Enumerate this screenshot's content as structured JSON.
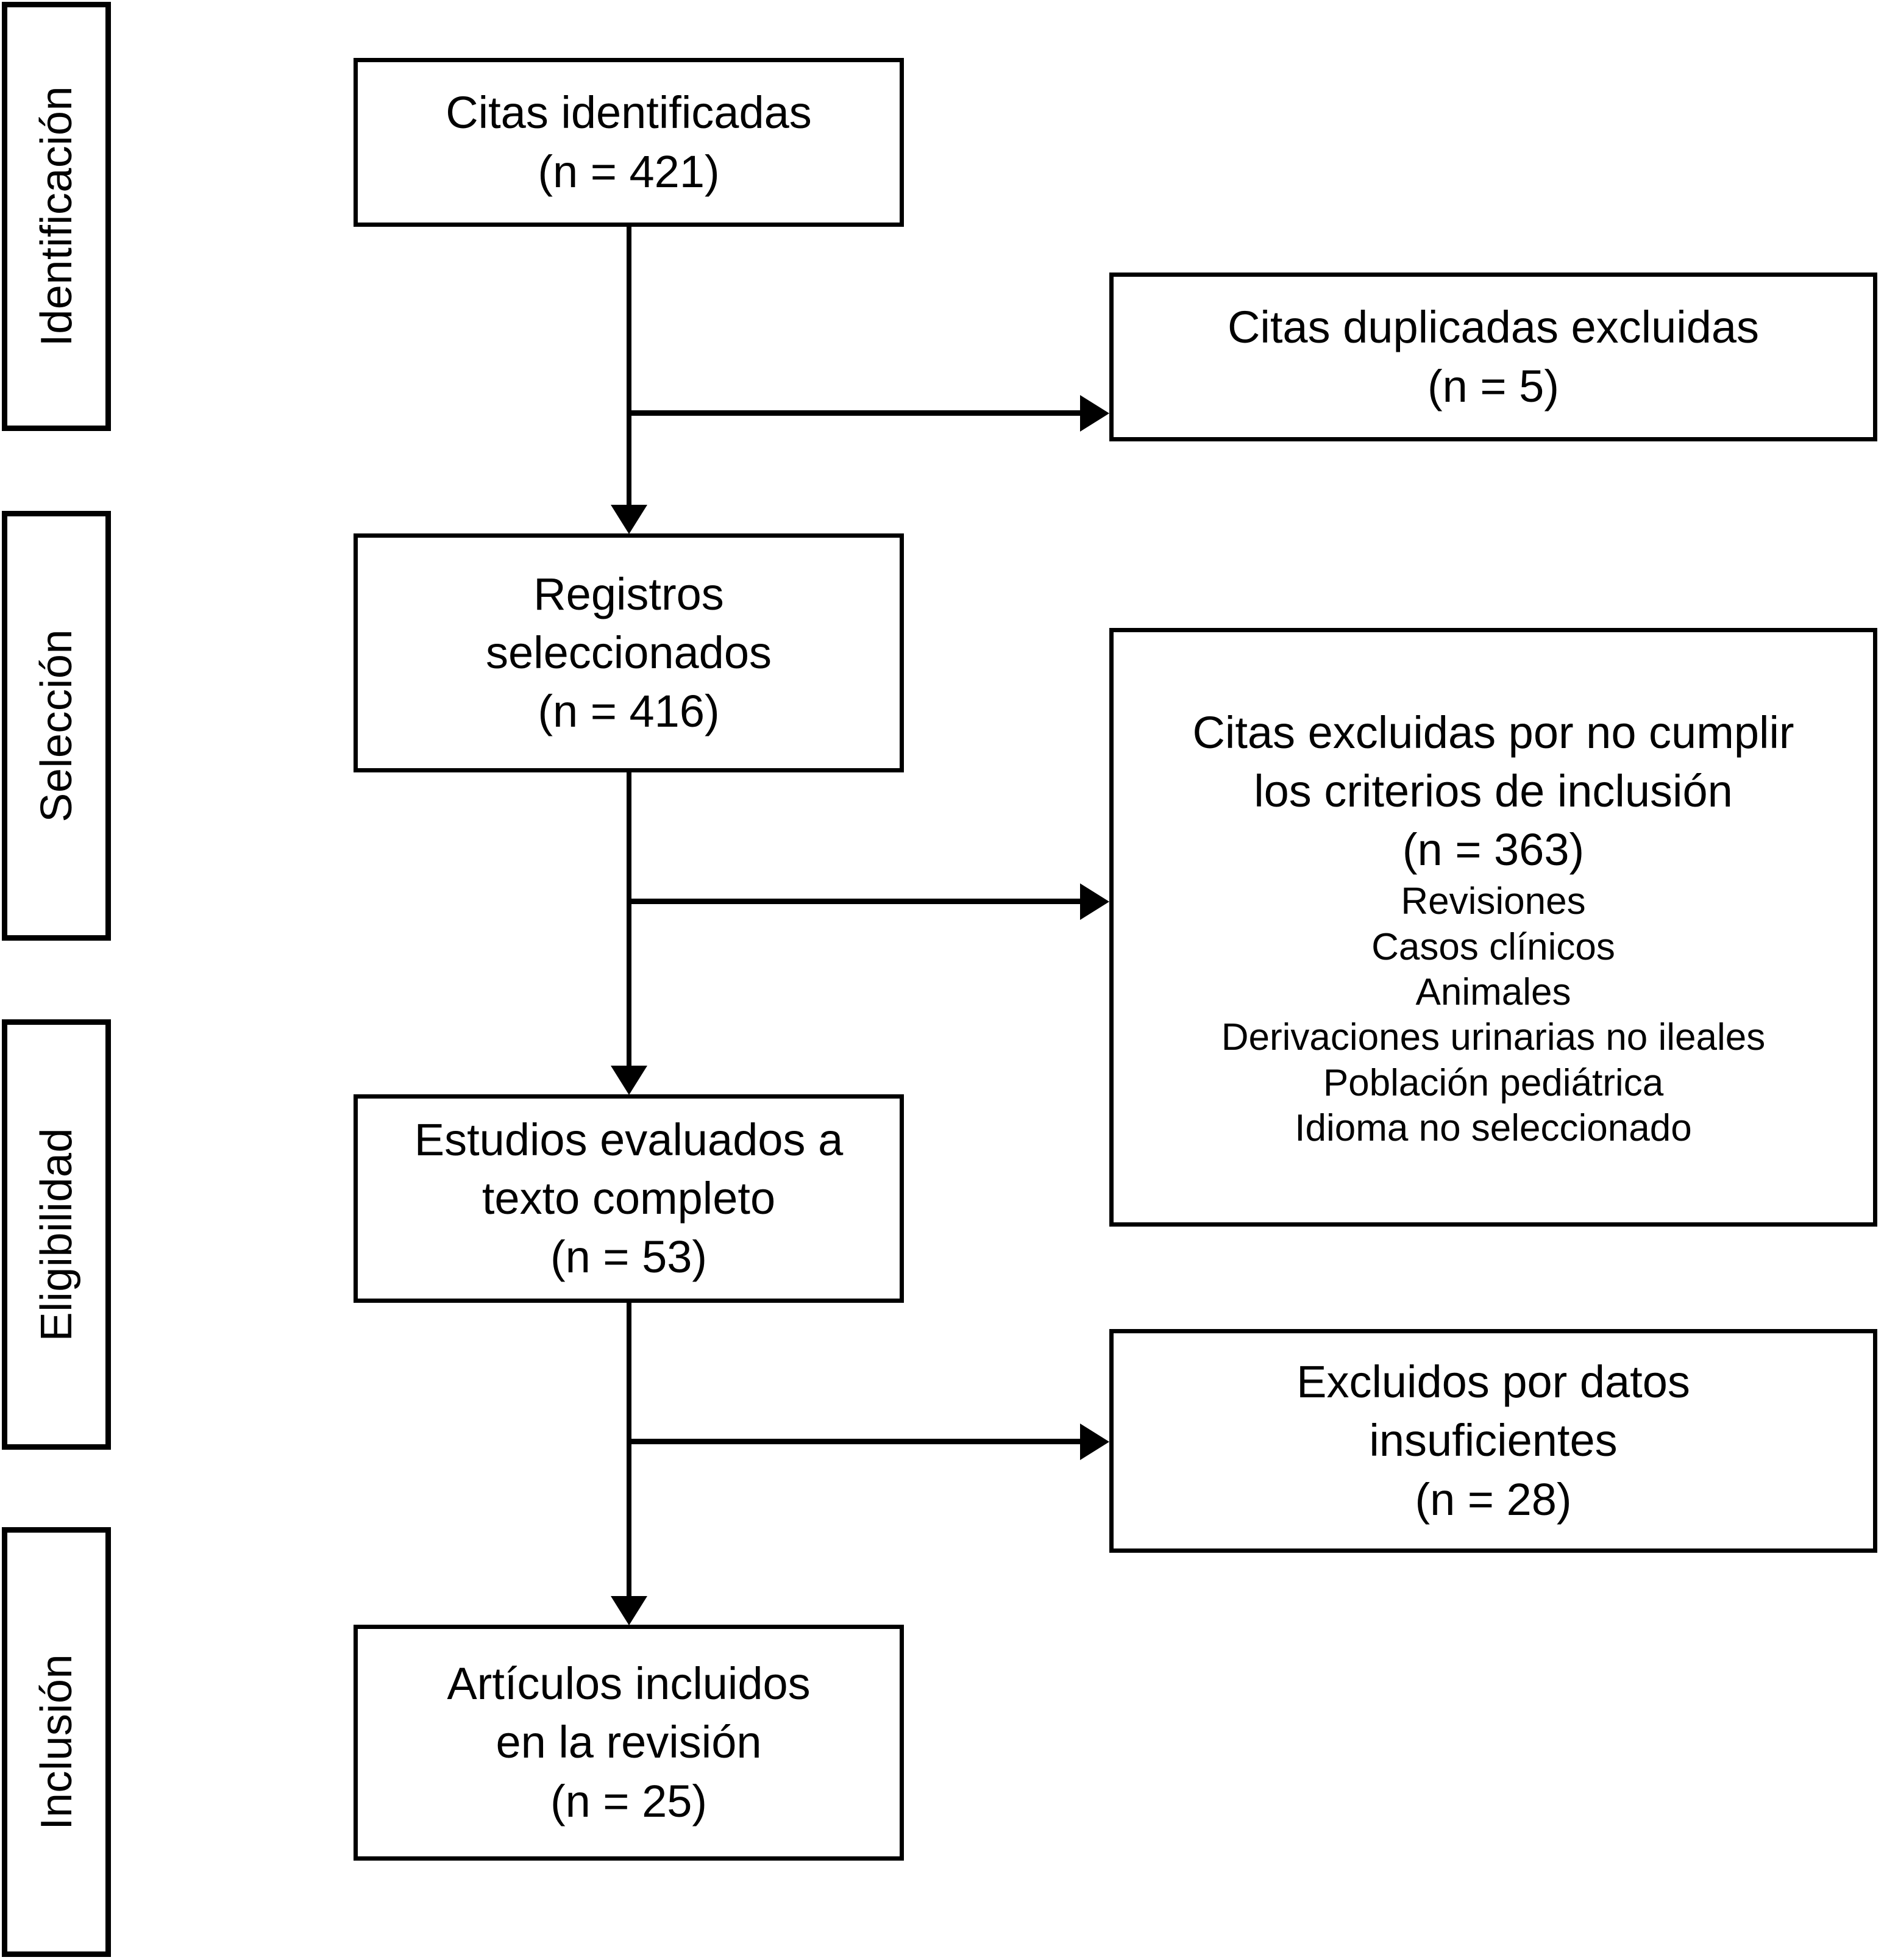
{
  "diagram": {
    "title": "PRISMA flow diagram",
    "language": "es",
    "line_color": "#000000",
    "box_fill": "#ffffff",
    "background": "#ffffff"
  },
  "stages": [
    {
      "id": "identificacion",
      "label": "Identificación"
    },
    {
      "id": "seleccion",
      "label": "Selección"
    },
    {
      "id": "eligibilidad",
      "label": "Eligibilidad"
    },
    {
      "id": "inclusion",
      "label": "Inclusión"
    }
  ],
  "flow": {
    "identified": {
      "line1": "Citas identificadas",
      "line2": "(n = 421)",
      "n": 421
    },
    "duplicates_excluded": {
      "line1": "Citas duplicadas excluidas",
      "line2": "(n = 5)",
      "n": 5
    },
    "screened": {
      "line1": "Registros",
      "line2": "seleccionados",
      "line3": "(n = 416)",
      "n": 416
    },
    "criteria_excluded": {
      "line1": "Citas excluidas por no cumplir",
      "line2": "los criterios de inclusión",
      "line3": "(n = 363)",
      "n": 363,
      "reasons": [
        "Revisiones",
        "Casos clínicos",
        "Animales",
        "Derivaciones urinarias no ileales",
        "Población pediátrica",
        "Idioma no seleccionado"
      ]
    },
    "full_text_assessed": {
      "line1": "Estudios evaluados a",
      "line2": "texto completo",
      "line3": "(n = 53)",
      "n": 53
    },
    "insufficient_data_excluded": {
      "line1": "Excluidos por datos",
      "line2": "insuficientes",
      "line3": "(n = 28)",
      "n": 28
    },
    "included": {
      "line1": "Artículos incluidos",
      "line2": "en la revisión",
      "line3": "(n = 25)",
      "n": 25
    }
  }
}
